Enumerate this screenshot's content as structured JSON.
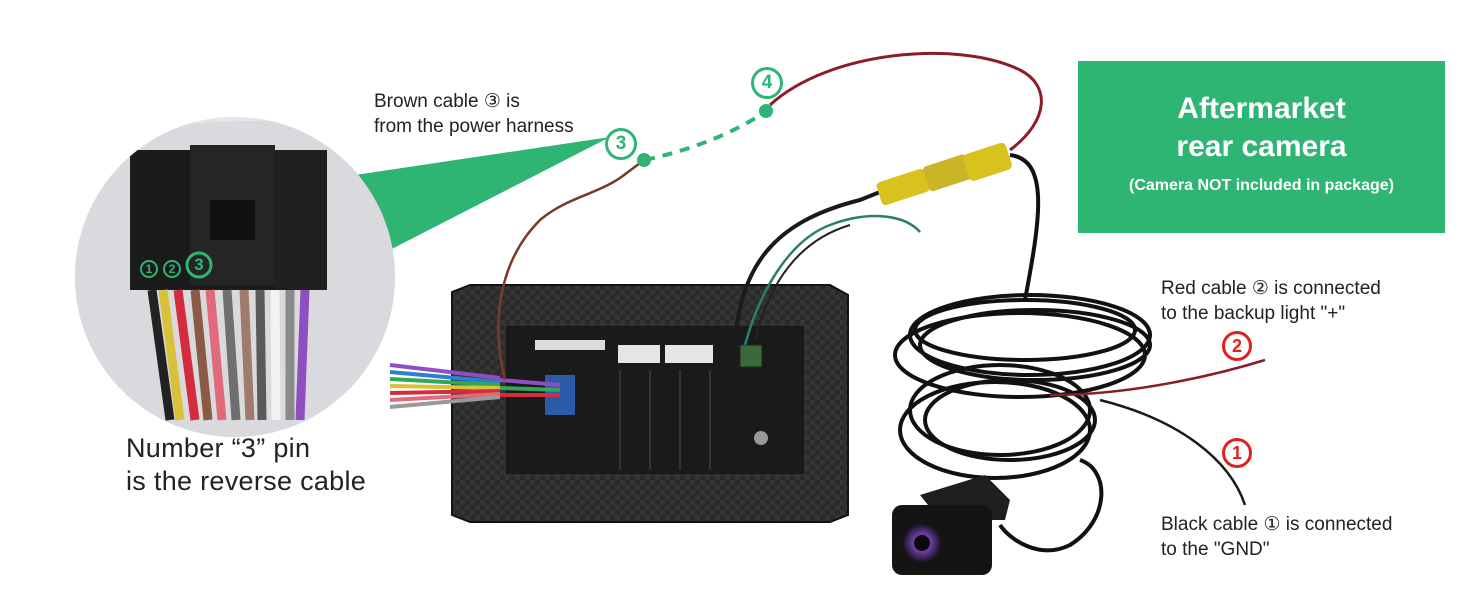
{
  "banner": {
    "line1": "Aftermarket",
    "line2": "rear camera",
    "line3": "(Camera NOT included in package)"
  },
  "callouts": {
    "brown": {
      "line1": "Brown cable ③ is",
      "line2": "from the power harness"
    },
    "pin": {
      "line1": "Number “3” pin",
      "line2": "is the reverse cable"
    },
    "red": {
      "line1": "Red cable ② is connected",
      "line2": "to the backup light \"+\""
    },
    "black": {
      "line1": "Black cable ① is connected",
      "line2": "to the \"GND\""
    }
  },
  "markers": {
    "m1": "1",
    "m2": "2",
    "m3": "3",
    "m4": "4",
    "pin1": "1",
    "pin2": "2",
    "pin3": "3"
  },
  "colors": {
    "accent_green": "#2fb573",
    "marker_red": "#e0201f",
    "cable_red": "#8b1d2a",
    "cable_black": "#1a1a1a",
    "connector_yellow": "#d8c21e"
  }
}
